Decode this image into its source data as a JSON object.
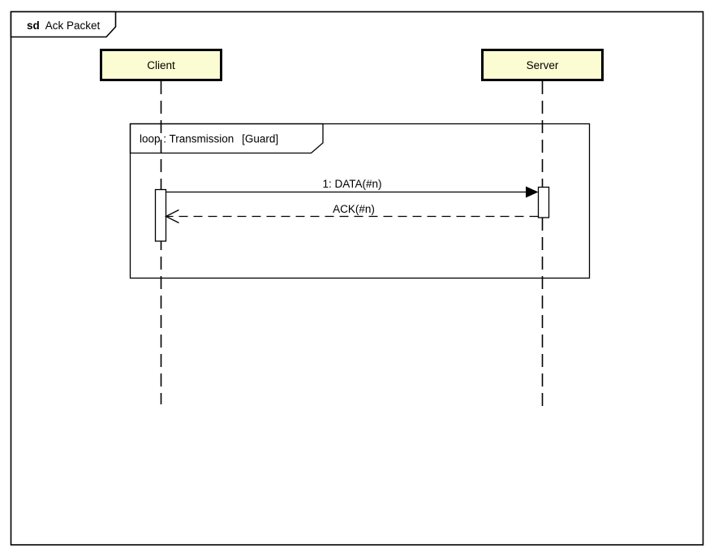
{
  "diagram": {
    "type": "uml-sequence-diagram",
    "frame": {
      "keyword": "sd",
      "name": "Ack Packet"
    },
    "lifelines": [
      {
        "name": "Client"
      },
      {
        "name": "Server"
      }
    ],
    "fragment": {
      "operator": "loop",
      "label": "loop : Transmission",
      "guard": "[Guard]"
    },
    "messages": [
      {
        "label": "1: DATA(#n)",
        "from": "Client",
        "to": "Server",
        "kind": "synchronous-solid-filled-arrow"
      },
      {
        "label": "ACK(#n)",
        "from": "Server",
        "to": "Client",
        "kind": "reply-dashed-open-arrow"
      }
    ],
    "colors": {
      "head_fill": "#FCFCD2",
      "stroke": "#000000",
      "background": "#FFFFFF"
    }
  }
}
